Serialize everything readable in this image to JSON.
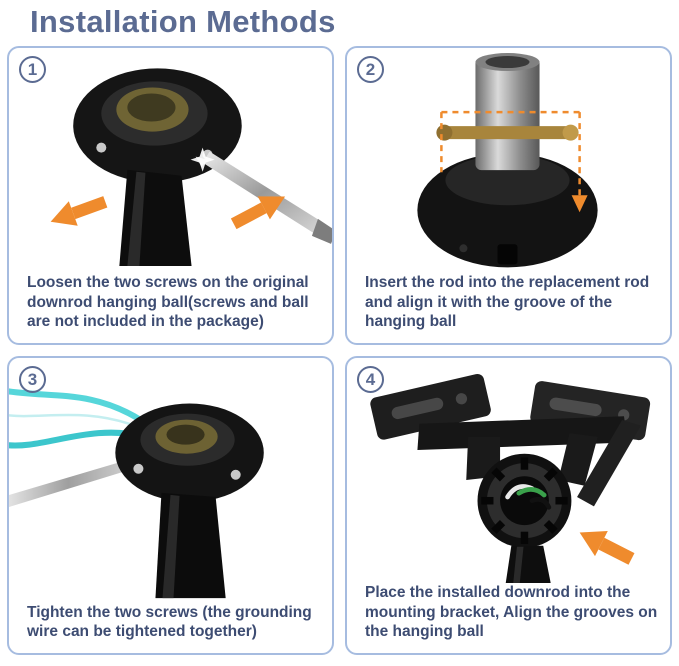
{
  "page": {
    "title": "Installation Methods"
  },
  "colors": {
    "title_text": "#5b6b92",
    "caption_text": "#3d4c72",
    "panel_border": "#a6bce0",
    "arrow_orange": "#ef8b2d",
    "wire_teal": "#45cdd2",
    "pin_brass": "#a8853c"
  },
  "steps": [
    {
      "number": "1",
      "caption": "Loosen the two screws on the original downrod hanging ball(screws and ball are not included in the package)"
    },
    {
      "number": "2",
      "caption": "Insert the rod into the replacement rod and align it with the groove of the hanging ball"
    },
    {
      "number": "3",
      "caption": "Tighten the two screws (the grounding wire can be tightened together)"
    },
    {
      "number": "4",
      "caption": "Place the installed downrod into the mounting bracket, Align the grooves on the hanging ball"
    }
  ]
}
